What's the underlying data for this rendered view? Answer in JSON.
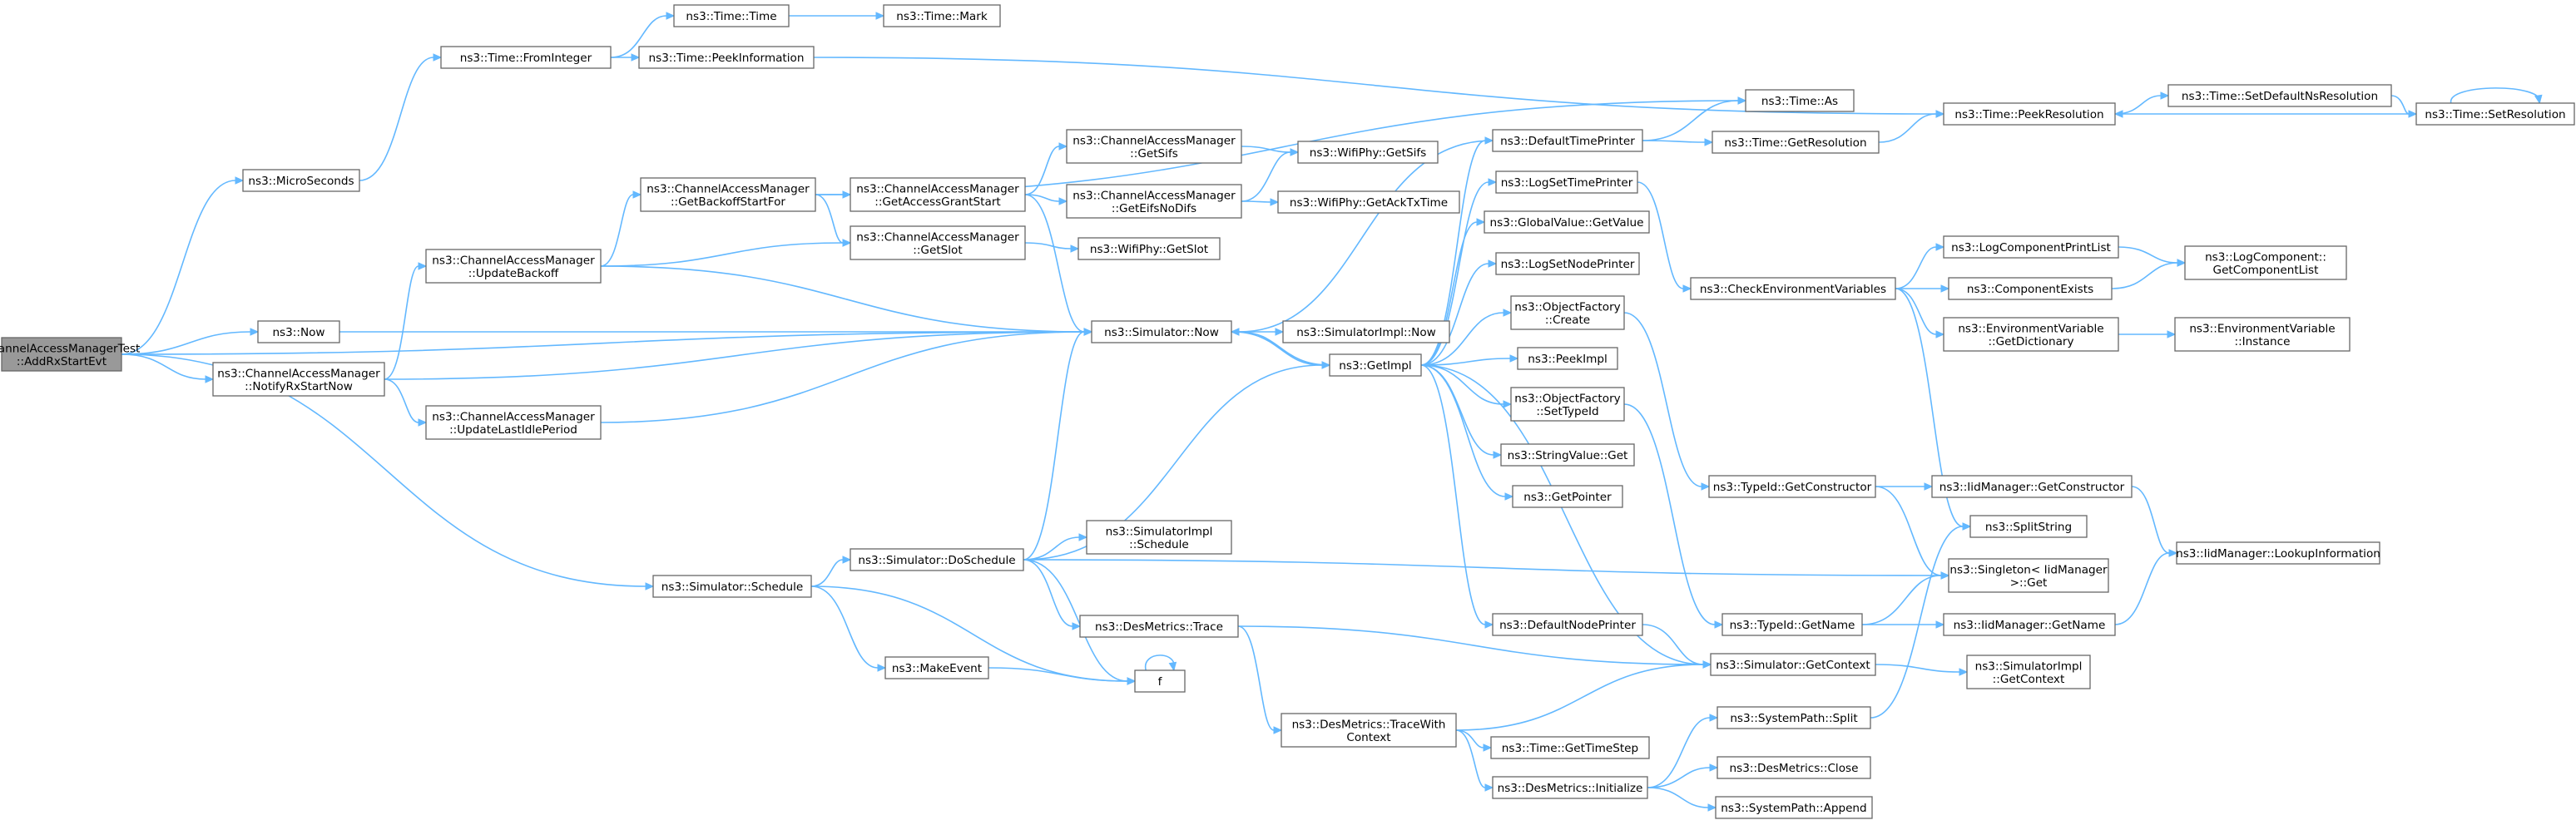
{
  "graph": {
    "nodes": [
      {
        "id": "root",
        "lines": [
          "ChannelAccessManagerTest",
          "::AddRxStartEvt"
        ],
        "root": true
      },
      {
        "id": "microseconds",
        "lines": [
          "ns3::MicroSeconds"
        ]
      },
      {
        "id": "now",
        "lines": [
          "ns3::Now"
        ]
      },
      {
        "id": "notifyrx",
        "lines": [
          "ns3::ChannelAccessManager",
          "::NotifyRxStartNow"
        ]
      },
      {
        "id": "schedule",
        "lines": [
          "ns3::Simulator::Schedule"
        ]
      },
      {
        "id": "frominteger",
        "lines": [
          "ns3::Time::FromInteger"
        ]
      },
      {
        "id": "updatebackoff",
        "lines": [
          "ns3::ChannelAccessManager",
          "::UpdateBackoff"
        ]
      },
      {
        "id": "updatelastidle",
        "lines": [
          "ns3::ChannelAccessManager",
          "::UpdateLastIdlePeriod"
        ]
      },
      {
        "id": "doschedule",
        "lines": [
          "ns3::Simulator::DoSchedule"
        ]
      },
      {
        "id": "makeevent",
        "lines": [
          "ns3::MakeEvent"
        ]
      },
      {
        "id": "timetime",
        "lines": [
          "ns3::Time::Time"
        ]
      },
      {
        "id": "peekinfo",
        "lines": [
          "ns3::Time::PeekInformation"
        ]
      },
      {
        "id": "getbackoffstart",
        "lines": [
          "ns3::ChannelAccessManager",
          "::GetBackoffStartFor"
        ]
      },
      {
        "id": "getaccessgrant",
        "lines": [
          "ns3::ChannelAccessManager",
          "::GetAccessGrantStart"
        ]
      },
      {
        "id": "getslot",
        "lines": [
          "ns3::ChannelAccessManager",
          "::GetSlot"
        ]
      },
      {
        "id": "simnow",
        "lines": [
          "ns3::Simulator::Now"
        ]
      },
      {
        "id": "simimplschedule",
        "lines": [
          "ns3::SimulatorImpl",
          "::Schedule"
        ]
      },
      {
        "id": "desmetricstrace",
        "lines": [
          "ns3::DesMetrics::Trace"
        ]
      },
      {
        "id": "f",
        "lines": [
          "f"
        ]
      },
      {
        "id": "timemark",
        "lines": [
          "ns3::Time::Mark"
        ]
      },
      {
        "id": "getsifs",
        "lines": [
          "ns3::ChannelAccessManager",
          "::GetSifs"
        ]
      },
      {
        "id": "geteifs",
        "lines": [
          "ns3::ChannelAccessManager",
          "::GetEifsNoDifs"
        ]
      },
      {
        "id": "wifigetslot",
        "lines": [
          "ns3::WifiPhy::GetSlot"
        ]
      },
      {
        "id": "simimplnow",
        "lines": [
          "ns3::SimulatorImpl::Now"
        ]
      },
      {
        "id": "getimpl",
        "lines": [
          "ns3::GetImpl"
        ]
      },
      {
        "id": "tracewithcontext",
        "lines": [
          "ns3::DesMetrics::TraceWith",
          "Context"
        ]
      },
      {
        "id": "wifigetsifs",
        "lines": [
          "ns3::WifiPhy::GetSifs"
        ]
      },
      {
        "id": "wifigetacktx",
        "lines": [
          "ns3::WifiPhy::GetAckTxTime"
        ]
      },
      {
        "id": "defaulttimeprinter",
        "lines": [
          "ns3::DefaultTimePrinter"
        ]
      },
      {
        "id": "logsettimeprinter",
        "lines": [
          "ns3::LogSetTimePrinter"
        ]
      },
      {
        "id": "globalvalue",
        "lines": [
          "ns3::GlobalValue::GetValue"
        ]
      },
      {
        "id": "logsetnodeprinter",
        "lines": [
          "ns3::LogSetNodePrinter"
        ]
      },
      {
        "id": "objfactorycreate",
        "lines": [
          "ns3::ObjectFactory",
          "::Create"
        ]
      },
      {
        "id": "peekimpl",
        "lines": [
          "ns3::PeekImpl"
        ]
      },
      {
        "id": "objfactorysettype",
        "lines": [
          "ns3::ObjectFactory",
          "::SetTypeId"
        ]
      },
      {
        "id": "stringvalueget",
        "lines": [
          "ns3::StringValue::Get"
        ]
      },
      {
        "id": "getpointer",
        "lines": [
          "ns3::GetPointer"
        ]
      },
      {
        "id": "defaultnodeprinter",
        "lines": [
          "ns3::DefaultNodePrinter"
        ]
      },
      {
        "id": "gettimestep",
        "lines": [
          "ns3::Time::GetTimeStep"
        ]
      },
      {
        "id": "desinitialize",
        "lines": [
          "ns3::DesMetrics::Initialize"
        ]
      },
      {
        "id": "timeas",
        "lines": [
          "ns3::Time::As"
        ]
      },
      {
        "id": "getresolution",
        "lines": [
          "ns3::Time::GetResolution"
        ]
      },
      {
        "id": "checkenv",
        "lines": [
          "ns3::CheckEnvironmentVariables"
        ]
      },
      {
        "id": "typeidgetconstructor",
        "lines": [
          "ns3::TypeId::GetConstructor"
        ]
      },
      {
        "id": "typeidgetname",
        "lines": [
          "ns3::TypeId::GetName"
        ]
      },
      {
        "id": "simgetcontext",
        "lines": [
          "ns3::Simulator::GetContext"
        ]
      },
      {
        "id": "syspathsplit",
        "lines": [
          "ns3::SystemPath::Split"
        ]
      },
      {
        "id": "desclose",
        "lines": [
          "ns3::DesMetrics::Close"
        ]
      },
      {
        "id": "syspathappend",
        "lines": [
          "ns3::SystemPath::Append"
        ]
      },
      {
        "id": "peekresolution",
        "lines": [
          "ns3::Time::PeekResolution"
        ]
      },
      {
        "id": "logcompprintlist",
        "lines": [
          "ns3::LogComponentPrintList"
        ]
      },
      {
        "id": "componentexists",
        "lines": [
          "ns3::ComponentExists"
        ]
      },
      {
        "id": "envgetdict",
        "lines": [
          "ns3::EnvironmentVariable",
          "::GetDictionary"
        ]
      },
      {
        "id": "iidgetconstructor",
        "lines": [
          "ns3::IidManager::GetConstructor"
        ]
      },
      {
        "id": "splitstring",
        "lines": [
          "ns3::SplitString"
        ]
      },
      {
        "id": "singletonget",
        "lines": [
          "ns3::Singleton< IidManager",
          ">::Get"
        ]
      },
      {
        "id": "iidgetname",
        "lines": [
          "ns3::IidManager::GetName"
        ]
      },
      {
        "id": "simimplgetcontext",
        "lines": [
          "ns3::SimulatorImpl",
          "::GetContext"
        ]
      },
      {
        "id": "setdefaultns",
        "lines": [
          "ns3::Time::SetDefaultNsResolution"
        ]
      },
      {
        "id": "logcompgetlist",
        "lines": [
          "ns3::LogComponent::",
          "GetComponentList"
        ]
      },
      {
        "id": "envinstance",
        "lines": [
          "ns3::EnvironmentVariable",
          "::Instance"
        ]
      },
      {
        "id": "iidlookup",
        "lines": [
          "ns3::IidManager::LookupInformation"
        ]
      },
      {
        "id": "setresolution",
        "lines": [
          "ns3::Time::SetResolution"
        ]
      }
    ],
    "edges": [
      [
        "root",
        "microseconds"
      ],
      [
        "root",
        "now"
      ],
      [
        "root",
        "notifyrx"
      ],
      [
        "root",
        "simnow"
      ],
      [
        "root",
        "schedule"
      ],
      [
        "microseconds",
        "frominteger"
      ],
      [
        "frominteger",
        "timetime"
      ],
      [
        "frominteger",
        "peekinfo"
      ],
      [
        "timetime",
        "timemark"
      ],
      [
        "peekinfo",
        "peekresolution"
      ],
      [
        "now",
        "simnow"
      ],
      [
        "notifyrx",
        "updatebackoff"
      ],
      [
        "notifyrx",
        "simnow"
      ],
      [
        "notifyrx",
        "updatelastidle"
      ],
      [
        "updatebackoff",
        "getbackoffstart"
      ],
      [
        "updatebackoff",
        "getslot"
      ],
      [
        "updatebackoff",
        "simnow"
      ],
      [
        "getbackoffstart",
        "getaccessgrant"
      ],
      [
        "getbackoffstart",
        "getslot"
      ],
      [
        "getbackoffstart",
        "timeas"
      ],
      [
        "getaccessgrant",
        "getsifs"
      ],
      [
        "getaccessgrant",
        "geteifs"
      ],
      [
        "getaccessgrant",
        "simnow"
      ],
      [
        "getsifs",
        "wifigetsifs"
      ],
      [
        "geteifs",
        "wifigetsifs"
      ],
      [
        "geteifs",
        "wifigetacktx"
      ],
      [
        "getslot",
        "wifigetslot"
      ],
      [
        "updatelastidle",
        "simnow"
      ],
      [
        "schedule",
        "doschedule"
      ],
      [
        "schedule",
        "makeevent"
      ],
      [
        "schedule",
        "f"
      ],
      [
        "doschedule",
        "simnow"
      ],
      [
        "doschedule",
        "getimpl"
      ],
      [
        "doschedule",
        "simimplschedule"
      ],
      [
        "doschedule",
        "desmetricstrace"
      ],
      [
        "doschedule",
        "singletonget"
      ],
      [
        "doschedule",
        "f"
      ],
      [
        "makeevent",
        "f"
      ],
      [
        "f",
        "f"
      ],
      [
        "desmetricstrace",
        "tracewithcontext"
      ],
      [
        "desmetricstrace",
        "simgetcontext"
      ],
      [
        "tracewithcontext",
        "simgetcontext"
      ],
      [
        "tracewithcontext",
        "gettimestep"
      ],
      [
        "tracewithcontext",
        "desinitialize"
      ],
      [
        "simnow",
        "simimplnow"
      ],
      [
        "simnow",
        "getimpl"
      ],
      [
        "getimpl",
        "defaulttimeprinter"
      ],
      [
        "getimpl",
        "logsettimeprinter"
      ],
      [
        "getimpl",
        "globalvalue"
      ],
      [
        "getimpl",
        "logsetnodeprinter"
      ],
      [
        "getimpl",
        "objfactorycreate"
      ],
      [
        "getimpl",
        "peekimpl"
      ],
      [
        "getimpl",
        "objfactorysettype"
      ],
      [
        "getimpl",
        "stringvalueget"
      ],
      [
        "getimpl",
        "getpointer"
      ],
      [
        "getimpl",
        "defaultnodeprinter"
      ],
      [
        "getimpl",
        "simgetcontext"
      ],
      [
        "getimpl",
        "simnow"
      ],
      [
        "defaulttimeprinter",
        "timeas"
      ],
      [
        "defaulttimeprinter",
        "getresolution"
      ],
      [
        "defaulttimeprinter",
        "simnow"
      ],
      [
        "getresolution",
        "peekresolution"
      ],
      [
        "logsettimeprinter",
        "checkenv"
      ],
      [
        "objfactorycreate",
        "typeidgetconstructor"
      ],
      [
        "objfactorysettype",
        "typeidgetname"
      ],
      [
        "defaultnodeprinter",
        "simgetcontext"
      ],
      [
        "checkenv",
        "logcompprintlist"
      ],
      [
        "checkenv",
        "componentexists"
      ],
      [
        "checkenv",
        "envgetdict"
      ],
      [
        "checkenv",
        "splitstring"
      ],
      [
        "logcompprintlist",
        "logcompgetlist"
      ],
      [
        "componentexists",
        "logcompgetlist"
      ],
      [
        "envgetdict",
        "envinstance"
      ],
      [
        "typeidgetconstructor",
        "iidgetconstructor"
      ],
      [
        "typeidgetconstructor",
        "singletonget"
      ],
      [
        "iidgetconstructor",
        "iidlookup"
      ],
      [
        "typeidgetname",
        "singletonget"
      ],
      [
        "typeidgetname",
        "iidgetname"
      ],
      [
        "iidgetname",
        "iidlookup"
      ],
      [
        "simgetcontext",
        "simimplgetcontext"
      ],
      [
        "desinitialize",
        "syspathsplit"
      ],
      [
        "desinitialize",
        "desclose"
      ],
      [
        "desinitialize",
        "syspathappend"
      ],
      [
        "syspathsplit",
        "splitstring"
      ],
      [
        "peekresolution",
        "setdefaultns"
      ],
      [
        "setdefaultns",
        "setresolution"
      ],
      [
        "setresolution",
        "peekresolution"
      ],
      [
        "setresolution",
        "setresolution"
      ]
    ]
  }
}
